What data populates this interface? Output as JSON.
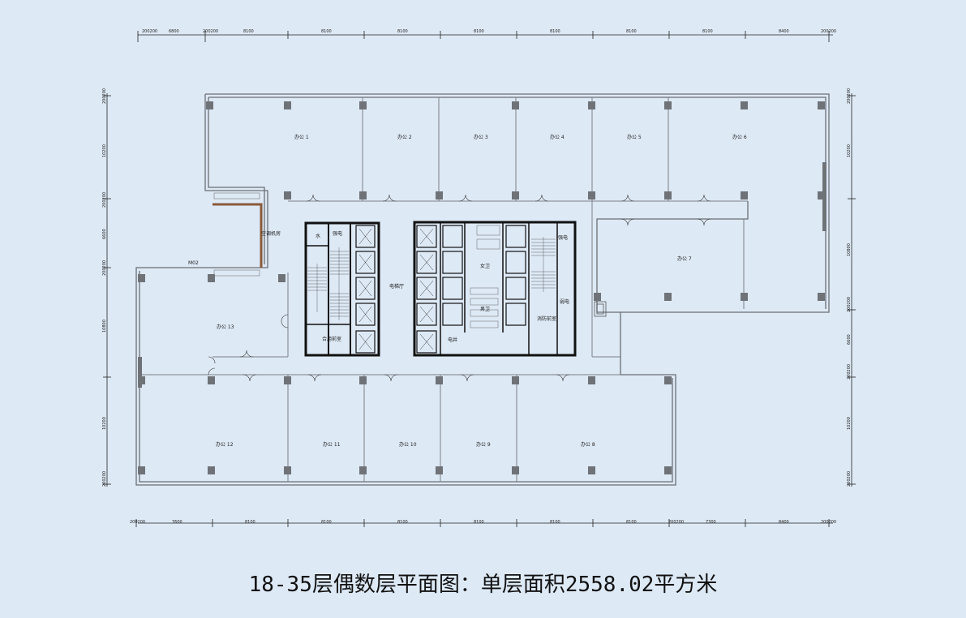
{
  "caption": "18-35层偶数层平面图：单层面积2558.02平方米",
  "dims_top": [
    "200200",
    "6800",
    "200200",
    "8100",
    "8100",
    "8100",
    "8100",
    "8100",
    "8100",
    "8100",
    "8400",
    "200200"
  ],
  "dims_bottom": [
    "200200",
    "7600",
    "8100",
    "8100",
    "8100",
    "8100",
    "8100",
    "8100",
    "200200",
    "7300",
    "8400",
    "200200"
  ],
  "dims_left": [
    "200200",
    "10200",
    "200200",
    "6600",
    "200200",
    "10800",
    "10200",
    "200200"
  ],
  "dims_right": [
    "200200",
    "10200",
    "10800",
    "200200",
    "6600",
    "200200",
    "10200",
    "200200"
  ],
  "rooms": {
    "office_1": "办公  1",
    "office_2": "办公  2",
    "office_3": "办公  3",
    "office_4": "办公  4",
    "office_5": "办公  5",
    "office_6": "办公  6",
    "office_7": "办公  7",
    "office_8": "办公  8",
    "office_9": "办公  9",
    "office_10": "办公  10",
    "office_11": "办公  11",
    "office_12": "办公  12",
    "office_13": "办公  13",
    "elevator_hall": "电梯厅",
    "ac_room": "空调机房",
    "water": "水",
    "elec_left": "强电",
    "vip_lobby": "合用前室",
    "female_wc": "女卫",
    "male_wc": "男卫",
    "fire_lobby": "消防前室",
    "elec_r1": "强电",
    "elec_r2": "弱电",
    "elec_r3": "电井",
    "tag_m02": "M02"
  }
}
